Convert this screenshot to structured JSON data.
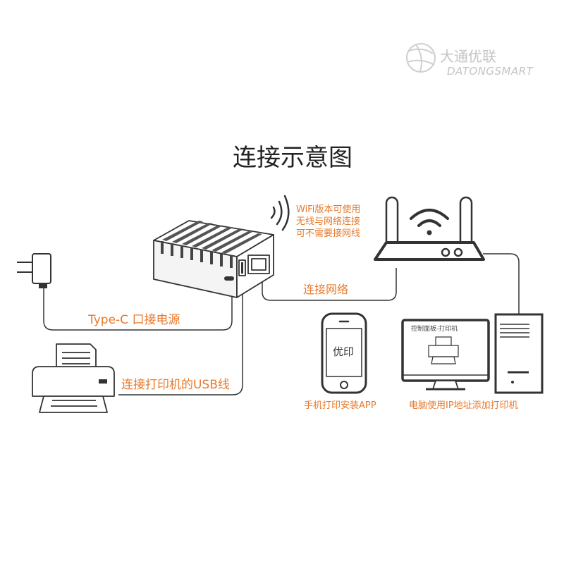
{
  "brand": {
    "name_cn": "大通优联",
    "name_en": "DATONGSMART"
  },
  "title": "连接示意图",
  "notes": {
    "wifi": [
      "WiFi版本可使用",
      "无线与网络连接",
      "可不需要接网线"
    ],
    "network": "连接网络",
    "power": "Type-C 口接电源",
    "usb": "连接打印机的USB线",
    "phone": "手机打印安装APP",
    "computer": "电脑使用IP地址添加打印机"
  },
  "phone_screen": "优印",
  "computer_screen": "控制面板-打印机",
  "colors": {
    "accent": "#e8792b",
    "line": "#333333",
    "watermark": "#c4c4c4"
  }
}
